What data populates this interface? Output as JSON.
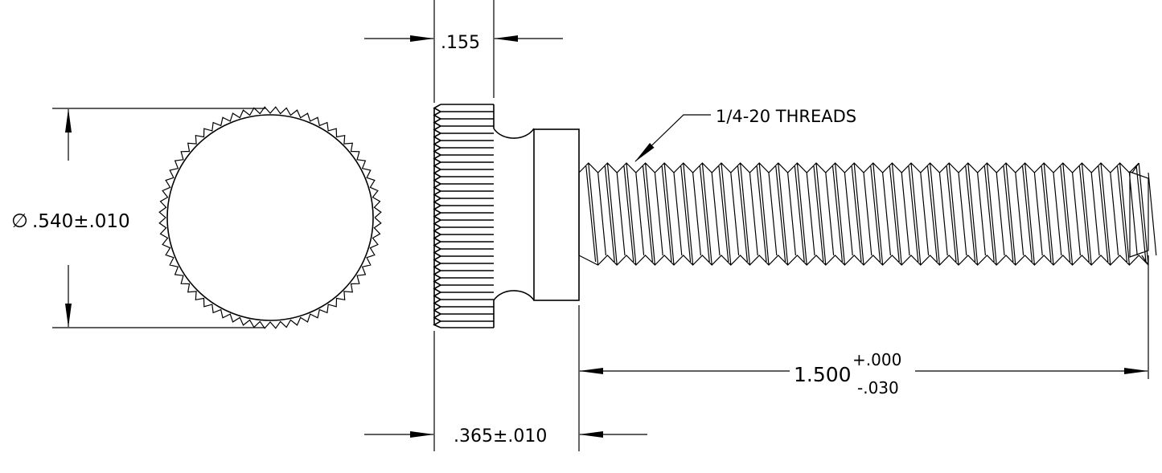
{
  "drawing": {
    "diameter_symbol": "∅",
    "diameter_dim": ".540±.010",
    "head_width_dim": ".155",
    "head_length_dim": ".365±.010",
    "thread_length_dim": "1.500",
    "thread_length_tol_plus": "+.000",
    "thread_length_tol_minus": "-.030",
    "thread_callout": "1/4-20 THREADS"
  },
  "colors": {
    "line": "#000000",
    "background": "#ffffff"
  }
}
